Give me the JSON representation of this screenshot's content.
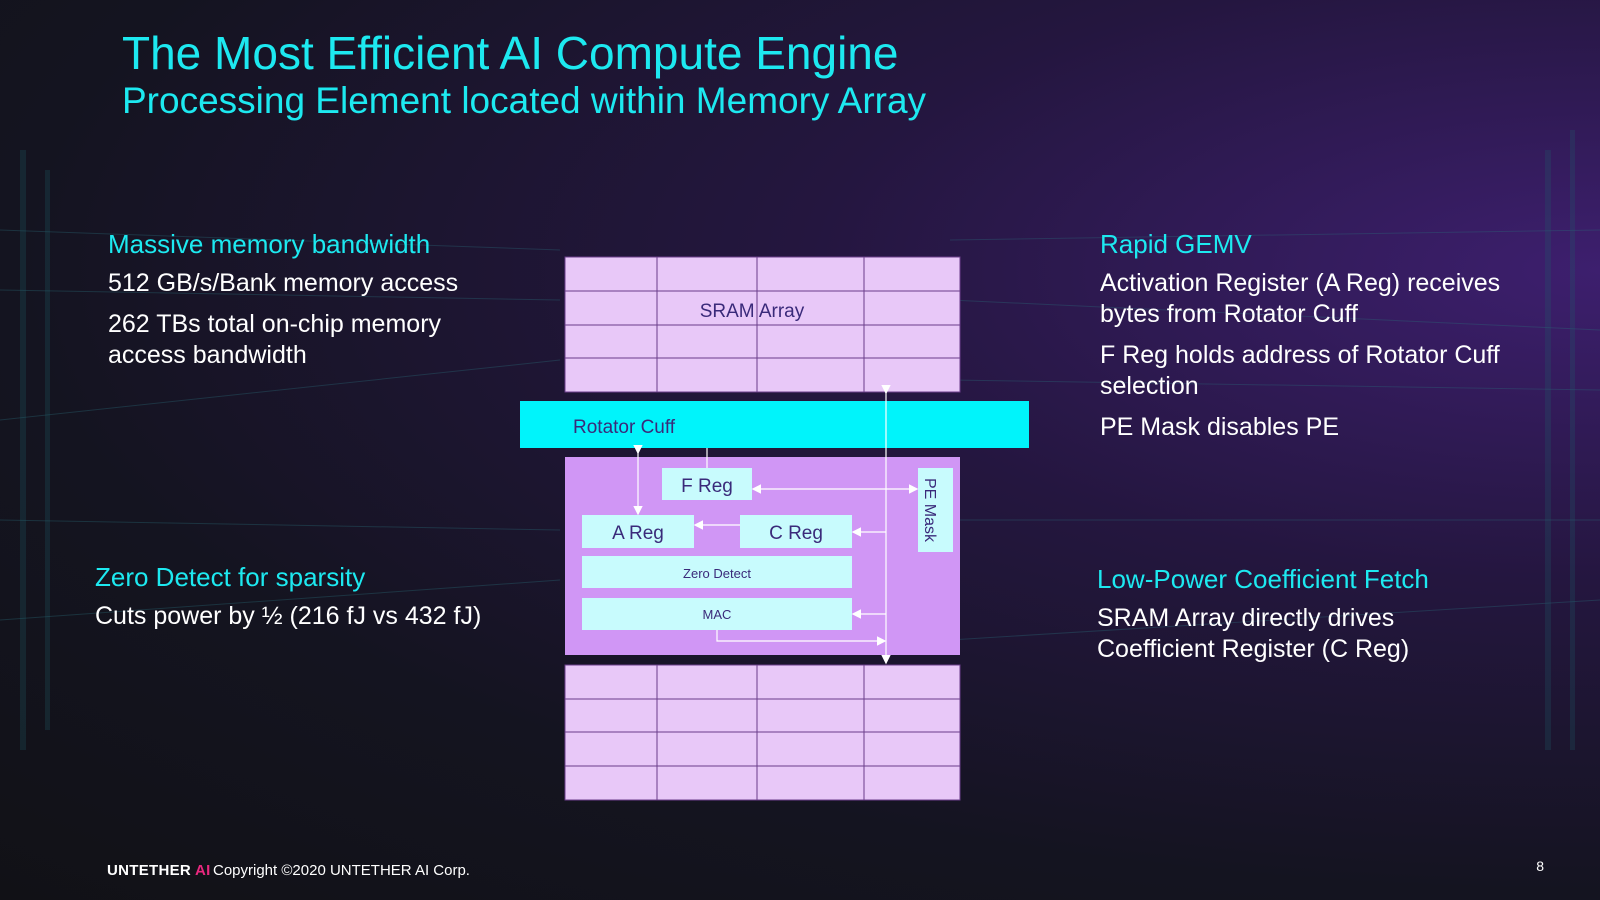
{
  "title": "The Most Efficient AI Compute Engine",
  "subtitle": "Processing Element located within Memory Array",
  "left_top": {
    "heading": "Massive memory bandwidth",
    "line1": "512 GB/s/Bank memory access",
    "line2": "262 TBs total on-chip memory access bandwidth"
  },
  "left_bottom": {
    "heading": "Zero Detect for sparsity",
    "line1": "Cuts power by ½ (216 fJ vs 432 fJ)"
  },
  "right_top": {
    "heading": "Rapid GEMV",
    "line1": "Activation Register (A Reg) receives bytes from Rotator Cuff",
    "line2": "F Reg holds address of Rotator Cuff selection",
    "line3": "PE Mask disables PE"
  },
  "right_bottom": {
    "heading": "Low-Power Coefficient Fetch",
    "line1": "SRAM Array directly drives Coefficient Register (C Reg)"
  },
  "diagram": {
    "sram_label": "SRAM Array",
    "rotator_label": "Rotator Cuff",
    "freg": "F Reg",
    "areg": "A Reg",
    "creg": "C Reg",
    "pemask": "PE Mask",
    "zero_detect": "Zero Detect",
    "mac": "MAC"
  },
  "colors": {
    "accent_cyan": "#1de9f0",
    "sram_fill": "#e8c8f8",
    "pe_fill": "#d096f5",
    "reg_fill": "#c8fbfd",
    "brand_pink": "#e8287e"
  },
  "footer": {
    "logo_text": "UNTETHER",
    "logo_ai": "AI",
    "copyright": "Copyright ©2020 UNTETHER AI Corp.",
    "page": "8"
  }
}
